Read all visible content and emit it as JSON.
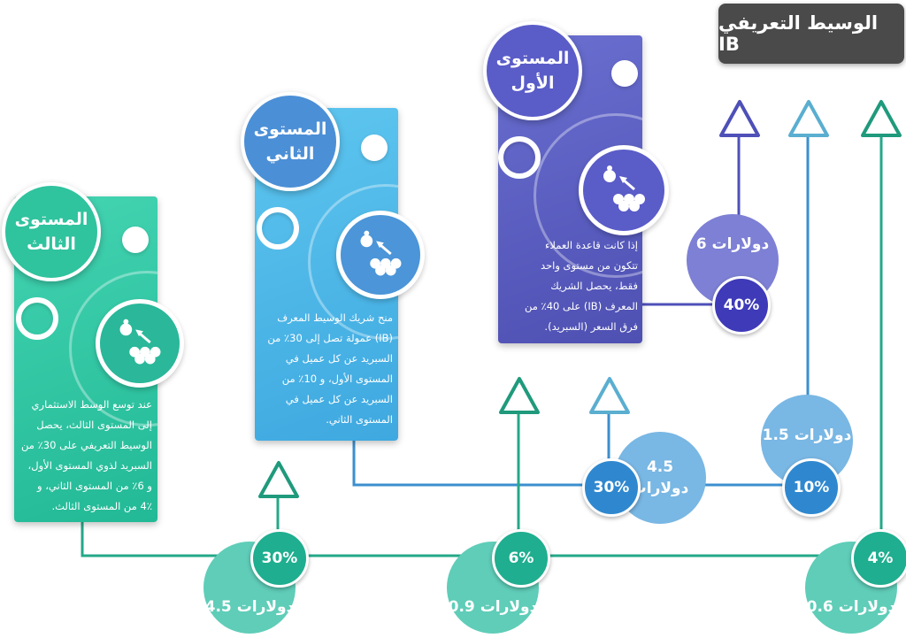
{
  "title": "الوسيط التعريفي IB",
  "levels": {
    "first": {
      "label": "المستوى\nالأول",
      "desc": "إذا كانت قاعدة العملاء\nتتكون من مستوى واحد\nفقط، يحصل الشريك\nالمعرف (IB) على 40٪ من\nفرق السعر (السبريد)."
    },
    "second": {
      "label": "المستوى\nالثاني",
      "desc": "منح شريك الوسيط المعرف\n(IB) عمولة تصل إلى 30٪ من\nالسبريد عن كل عميل في\nالمستوى الأول، و 10٪ من\nالسبريد عن كل عميل في\nالمستوى الثاني."
    },
    "third": {
      "label": "المستوى\nالثالث",
      "desc": "عند توسع الوسط الاستثماري\nإلى المستوى الثالث، يحصل\nالوسيط التعريفي على 30٪ من\nالسبريد لذوي المستوى الأول،\nو 6٪ من المستوى الثاني، و\n4٪ من المستوى الثالث."
    }
  },
  "tiers": {
    "level1_40": {
      "pct": "40%",
      "amount": "6 دولارات"
    },
    "level2_30": {
      "pct": "30%",
      "amount": "4.5\nدولارات"
    },
    "level2_10": {
      "pct": "10%",
      "amount": "1.5 دولارات"
    },
    "level3_30": {
      "pct": "30%",
      "amount": "4.5 دولارات"
    },
    "level3_6": {
      "pct": "6%",
      "amount": "0.9 دولارات"
    },
    "level3_4": {
      "pct": "4%",
      "amount": "0.6 دولارات"
    }
  },
  "colors": {
    "level1": "#5a5cc0",
    "level2": "#4ab0e3",
    "level3": "#35cfa6",
    "title_bg": "#4a4a4a"
  },
  "icons": [
    "up-arrow-icon",
    "people-network-icon"
  ]
}
